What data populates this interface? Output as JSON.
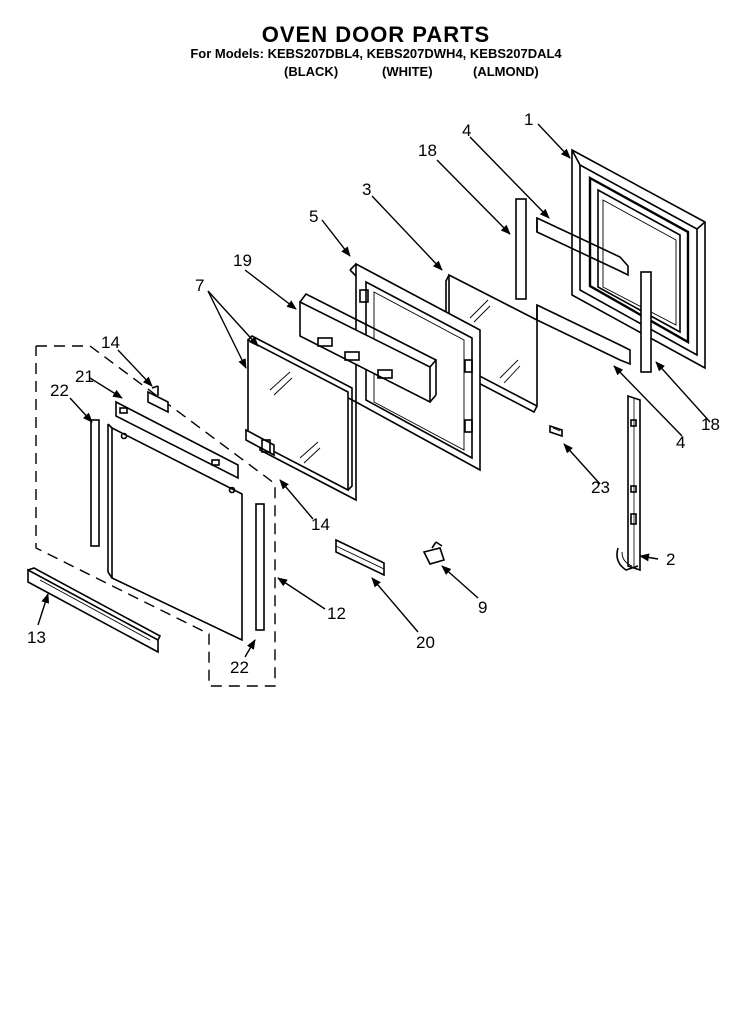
{
  "header": {
    "title": "OVEN DOOR PARTS",
    "models_line": "For Models: KEBS207DBL4, KEBS207DWH4, KEBS207DAL4",
    "colors": [
      "(BLACK)",
      "(WHITE)",
      "(ALMOND)"
    ]
  },
  "callouts": [
    "1",
    "2",
    "3",
    "4",
    "4",
    "5",
    "7",
    "9",
    "12",
    "13",
    "14",
    "14",
    "18",
    "18",
    "19",
    "20",
    "21",
    "22",
    "22",
    "23"
  ]
}
